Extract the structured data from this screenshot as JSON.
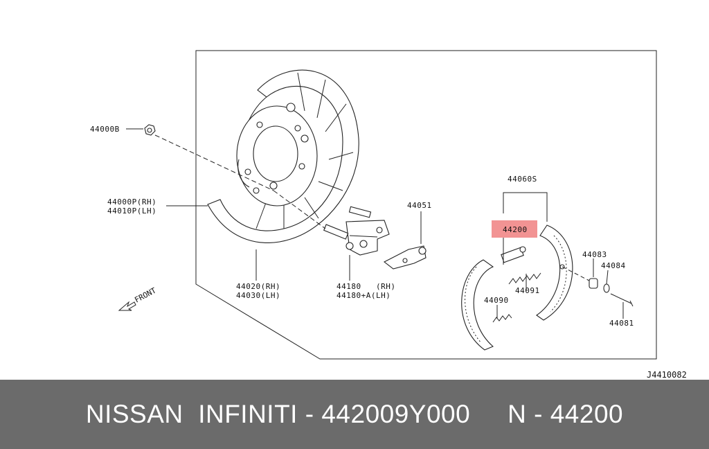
{
  "diagram": {
    "labels": {
      "l44000b": "44000B",
      "l44000p": "44000P(RH)",
      "l44010p": "44010P(LH)",
      "l44020": "44020(RH)",
      "l44030": "44030(LH)",
      "l44180": "44180   (RH)",
      "l44180a": "44180+A(LH)",
      "l44051": "44051",
      "l44060s": "44060S",
      "l44200": "44200",
      "l44091": "44091",
      "l44090": "44090",
      "l44083": "44083",
      "l44084": "44084",
      "l44081": "44081",
      "front": "FRONT",
      "ref": "J4410082"
    },
    "highlight_color": "#f08080"
  },
  "footer": {
    "text": "NISSAN  INFINITI - 442009Y000     N - 44200",
    "bg_color": "#6b6b6b"
  }
}
